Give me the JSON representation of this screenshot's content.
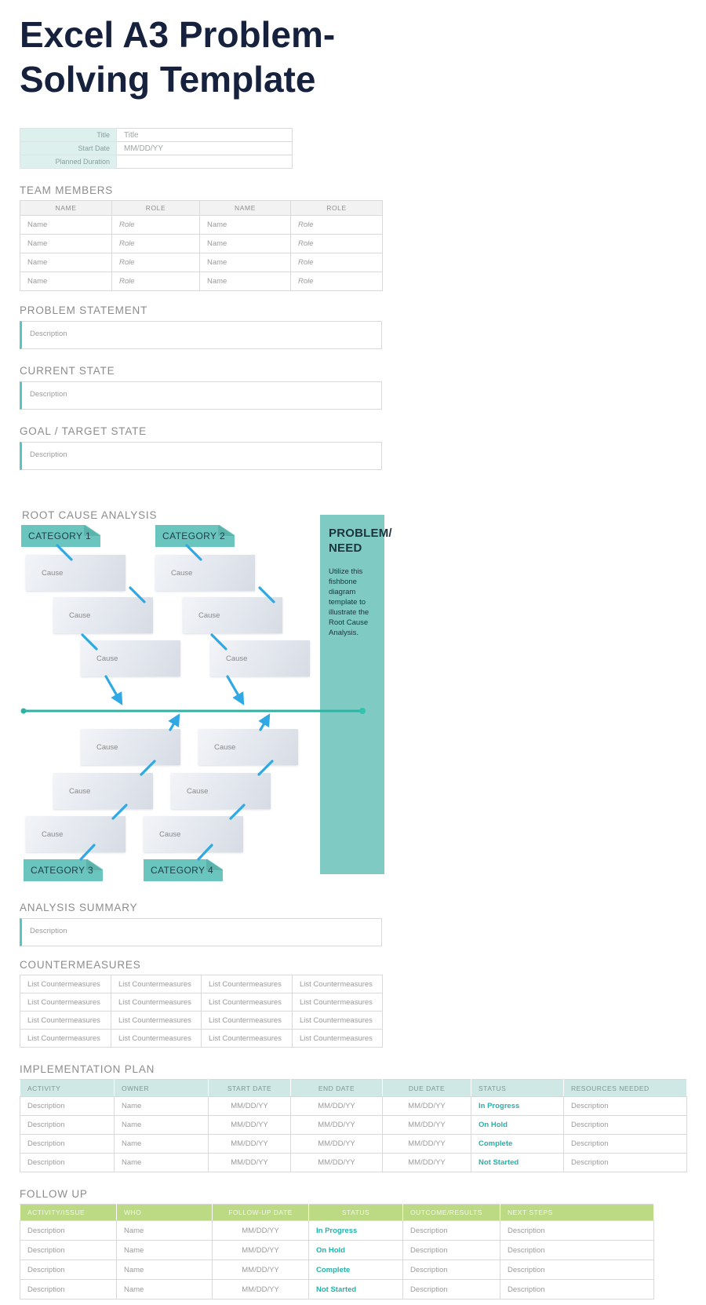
{
  "page": {
    "title": "Excel A3 Problem-Solving Template"
  },
  "info": {
    "rows": [
      {
        "label": "Title",
        "value": "Title"
      },
      {
        "label": "Start Date",
        "value": "MM/DD/YY"
      },
      {
        "label": "Planned Duration",
        "value": ""
      }
    ]
  },
  "team": {
    "heading": "TEAM MEMBERS",
    "headers": [
      "NAME",
      "ROLE",
      "NAME",
      "ROLE"
    ],
    "rows": [
      [
        "Name",
        "Role",
        "Name",
        "Role"
      ],
      [
        "Name",
        "Role",
        "Name",
        "Role"
      ],
      [
        "Name",
        "Role",
        "Name",
        "Role"
      ],
      [
        "Name",
        "Role",
        "Name",
        "Role"
      ]
    ]
  },
  "problem_statement": {
    "heading": "PROBLEM STATEMENT",
    "value": "Description"
  },
  "current_state": {
    "heading": "CURRENT STATE",
    "value": "Description"
  },
  "goal_state": {
    "heading": "GOAL / TARGET STATE",
    "value": "Description"
  },
  "root_cause": {
    "heading": "ROOT CAUSE ANALYSIS",
    "categories": [
      "CATEGORY 1",
      "CATEGORY 2",
      "CATEGORY 3",
      "CATEGORY 4"
    ],
    "cause_label": "Cause",
    "problem_box": {
      "title_line1": "PROBLEM/",
      "title_line2": "NEED",
      "body": "Utilize this fishbone diagram template to illustrate the Root Cause Analysis."
    }
  },
  "analysis_summary": {
    "heading": "ANALYSIS SUMMARY",
    "value": "Description"
  },
  "countermeasures": {
    "heading": "COUNTERMEASURES",
    "rows": [
      [
        "List Countermeasures",
        "List Countermeasures",
        "List Countermeasures",
        "List Countermeasures"
      ],
      [
        "List Countermeasures",
        "List Countermeasures",
        "List Countermeasures",
        "List Countermeasures"
      ],
      [
        "List Countermeasures",
        "List Countermeasures",
        "List Countermeasures",
        "List Countermeasures"
      ],
      [
        "List Countermeasures",
        "List Countermeasures",
        "List Countermeasures",
        "List Countermeasures"
      ]
    ]
  },
  "implementation": {
    "heading": "IMPLEMENTATION PLAN",
    "headers": [
      "ACTIVITY",
      "OWNER",
      "START DATE",
      "END DATE",
      "DUE DATE",
      "STATUS",
      "RESOURCES NEEDED"
    ],
    "rows": [
      [
        "Description",
        "Name",
        "MM/DD/YY",
        "MM/DD/YY",
        "MM/DD/YY",
        "In Progress",
        "Description"
      ],
      [
        "Description",
        "Name",
        "MM/DD/YY",
        "MM/DD/YY",
        "MM/DD/YY",
        "On Hold",
        "Description"
      ],
      [
        "Description",
        "Name",
        "MM/DD/YY",
        "MM/DD/YY",
        "MM/DD/YY",
        "Complete",
        "Description"
      ],
      [
        "Description",
        "Name",
        "MM/DD/YY",
        "MM/DD/YY",
        "MM/DD/YY",
        "Not Started",
        "Description"
      ]
    ]
  },
  "follow_up": {
    "heading": "FOLLOW UP",
    "headers": [
      "ACTIVITY/ISSUE",
      "WHO",
      "FOLLOW-UP DATE",
      "STATUS",
      "OUTCOME/RESULTS",
      "NEXT STEPS"
    ],
    "rows": [
      [
        "Description",
        "Name",
        "MM/DD/YY",
        "In Progress",
        "Description",
        "Description"
      ],
      [
        "Description",
        "Name",
        "MM/DD/YY",
        "On Hold",
        "Description",
        "Description"
      ],
      [
        "Description",
        "Name",
        "MM/DD/YY",
        "Complete",
        "Description",
        "Description"
      ],
      [
        "Description",
        "Name",
        "MM/DD/YY",
        "Not Started",
        "Description",
        "Description"
      ]
    ]
  },
  "colors": {
    "title_navy": "#15213D",
    "section_heading": "#8C8C8C",
    "teal_accent": "#55C6C1",
    "problem_box_teal": "#7FCBC4",
    "category_tab_teal": "#6AC5BE",
    "spine_teal": "#2CB3A2",
    "connector_blue": "#2FA8E4",
    "status_teal": "#25B2AA",
    "impl_header_bg": "#CFE7E5",
    "follow_header_bg": "#BCD983",
    "info_label_bg": "#DDF0EE"
  }
}
